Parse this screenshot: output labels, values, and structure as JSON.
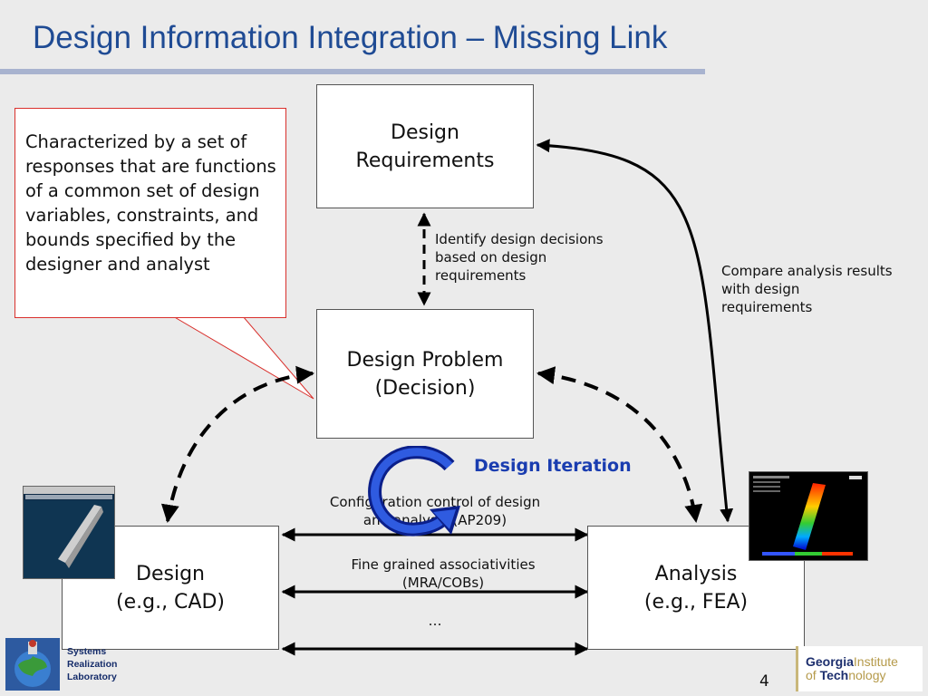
{
  "slide": {
    "title": "Design Information Integration – Missing Link",
    "page_number": "4"
  },
  "callout": {
    "text": "Characterized by a set of responses that are functions of a common set of design variables, constraints, and bounds specified by the designer and analyst"
  },
  "boxes": {
    "requirements": "Design\nRequirements",
    "problem": "Design Problem\n(Decision)",
    "design": "Design\n(e.g., CAD)",
    "analysis": "Analysis\n(e.g., FEA)"
  },
  "notes": {
    "identify": "Identify design decisions\nbased on design\nrequirements",
    "compare": "Compare analysis results\nwith design\nrequirements",
    "iteration": "Design Iteration",
    "config": "Configuration control of design\nand analysis (AP209)",
    "fine": "Fine grained associativities\n(MRA/COBs)",
    "ellipsis": "…"
  },
  "logos": {
    "srl": "Systems\nRealization\nLaboratory",
    "gt_bold": "Georgia",
    "gt_institute": "Institute",
    "gt_of": "of ",
    "gt_tech": "Tech",
    "gt_nology": "nology"
  },
  "colors": {
    "title": "#1f4b94",
    "callout_border": "#d9302c",
    "iteration": "#1a3db0"
  },
  "icons": [
    "circular-arrow-icon",
    "cad-model-thumbnail",
    "fea-result-thumbnail",
    "srl-logo",
    "georgia-tech-logo"
  ]
}
